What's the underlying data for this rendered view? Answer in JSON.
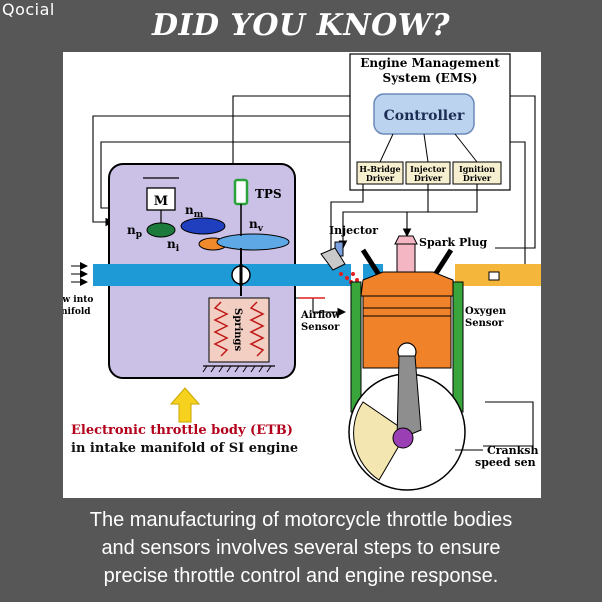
{
  "brand": {
    "name": "Qocial"
  },
  "headline": "DID YOU KNOW?",
  "diagram": {
    "ems_title_line1": "Engine Management",
    "ems_title_line2": "System (EMS)",
    "controller": "Controller",
    "hbridge_line1": "H-Bridge",
    "hbridge_line2": "Driver",
    "injector_driver_line1": "Injector",
    "injector_driver_line2": "Driver",
    "ignition_driver_line1": "Ignition",
    "ignition_driver_line2": "Driver",
    "tps": "TPS",
    "motor": "M",
    "gear_np": "n",
    "gear_np_sub": "p",
    "gear_nm": "n",
    "gear_nm_sub": "m",
    "gear_ni": "n",
    "gear_ni_sub": "i",
    "gear_nv": "n",
    "gear_nv_sub": "v",
    "springs": "Springs",
    "injector": "Injector",
    "spark_plug": "Spark Plug",
    "flow_line1": "low into",
    "flow_line2": "nifold",
    "airflow_line1": "Airflow",
    "airflow_line2": "Sensor",
    "oxygen_line1": "Oxygen",
    "oxygen_line2": "Sensor",
    "crank_line1": "Cranksh",
    "crank_line2": "speed sen",
    "etb_line1": "Electronic throttle body (ETB)",
    "etb_line2": "in intake manifold of SI engine"
  },
  "caption": {
    "line1": "The manufacturing of motorcycle throttle bodies",
    "line2": "and sensors involves several steps to ensure",
    "line3": "precise throttle control and engine response."
  },
  "colors": {
    "background": "#575757",
    "etb_fill": "#cbc1e6",
    "controller_fill": "#bcd3ef",
    "manifold": "#1e9ad6",
    "piston": "#f0832a",
    "cylinder_wall": "#39a63b",
    "etb_label": "#b3001b",
    "springs_box": "#f3cfc3"
  }
}
